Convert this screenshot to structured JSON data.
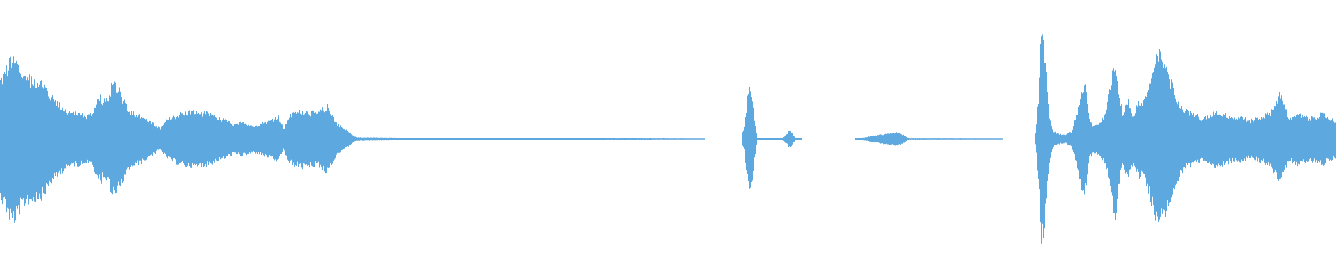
{
  "waveform": {
    "color": "#5ea8e0",
    "segments": [
      {
        "start": 0.0,
        "end": 0.266,
        "env": [
          [
            0.0,
            0.46
          ],
          [
            0.003,
            0.5
          ],
          [
            0.006,
            0.58
          ],
          [
            0.009,
            0.64
          ],
          [
            0.012,
            0.6
          ],
          [
            0.015,
            0.54
          ],
          [
            0.02,
            0.48
          ],
          [
            0.026,
            0.46
          ],
          [
            0.032,
            0.44
          ],
          [
            0.036,
            0.36
          ],
          [
            0.04,
            0.32
          ],
          [
            0.045,
            0.26
          ],
          [
            0.05,
            0.22
          ],
          [
            0.055,
            0.2
          ],
          [
            0.06,
            0.2
          ],
          [
            0.064,
            0.17
          ],
          [
            0.068,
            0.2
          ],
          [
            0.072,
            0.28
          ],
          [
            0.075,
            0.34
          ],
          [
            0.077,
            0.28
          ],
          [
            0.08,
            0.32
          ],
          [
            0.083,
            0.4
          ],
          [
            0.086,
            0.44
          ],
          [
            0.089,
            0.38
          ],
          [
            0.093,
            0.3
          ],
          [
            0.097,
            0.22
          ],
          [
            0.101,
            0.2
          ],
          [
            0.106,
            0.18
          ],
          [
            0.111,
            0.14
          ],
          [
            0.116,
            0.11
          ],
          [
            0.12,
            0.08
          ],
          [
            0.124,
            0.14
          ],
          [
            0.127,
            0.16
          ],
          [
            0.131,
            0.18
          ],
          [
            0.135,
            0.2
          ],
          [
            0.14,
            0.21
          ],
          [
            0.145,
            0.22
          ],
          [
            0.15,
            0.21
          ],
          [
            0.155,
            0.2
          ],
          [
            0.16,
            0.18
          ],
          [
            0.165,
            0.16
          ],
          [
            0.17,
            0.14
          ],
          [
            0.175,
            0.11
          ],
          [
            0.18,
            0.13
          ],
          [
            0.185,
            0.12
          ],
          [
            0.19,
            0.1
          ],
          [
            0.195,
            0.12
          ],
          [
            0.2,
            0.14
          ],
          [
            0.205,
            0.16
          ],
          [
            0.208,
            0.18
          ],
          [
            0.212,
            0.08
          ],
          [
            0.216,
            0.18
          ],
          [
            0.22,
            0.2
          ],
          [
            0.226,
            0.22
          ],
          [
            0.232,
            0.21
          ],
          [
            0.238,
            0.2
          ],
          [
            0.242,
            0.24
          ],
          [
            0.245,
            0.26
          ],
          [
            0.248,
            0.2
          ],
          [
            0.252,
            0.12
          ],
          [
            0.256,
            0.09
          ],
          [
            0.26,
            0.06
          ],
          [
            0.264,
            0.03
          ],
          [
            0.266,
            0.015
          ]
        ]
      },
      {
        "start": 0.266,
        "end": 0.527,
        "env": [
          [
            0.266,
            0.015
          ],
          [
            0.3,
            0.01
          ],
          [
            0.38,
            0.008
          ],
          [
            0.45,
            0.006
          ],
          [
            0.527,
            0.004
          ]
        ]
      },
      {
        "start": 0.555,
        "end": 0.566,
        "env": [
          [
            0.555,
            0.02
          ],
          [
            0.557,
            0.1
          ],
          [
            0.559,
            0.3
          ],
          [
            0.561,
            0.38
          ],
          [
            0.563,
            0.3
          ],
          [
            0.564,
            0.2
          ],
          [
            0.566,
            0.05
          ]
        ]
      },
      {
        "start": 0.566,
        "end": 0.6,
        "env": [
          [
            0.566,
            0.01
          ],
          [
            0.585,
            0.008
          ],
          [
            0.589,
            0.04
          ],
          [
            0.591,
            0.07
          ],
          [
            0.593,
            0.04
          ],
          [
            0.595,
            0.01
          ],
          [
            0.6,
            0.005
          ]
        ]
      },
      {
        "start": 0.64,
        "end": 0.68,
        "env": [
          [
            0.64,
            0.005
          ],
          [
            0.648,
            0.015
          ],
          [
            0.656,
            0.03
          ],
          [
            0.664,
            0.04
          ],
          [
            0.67,
            0.05
          ],
          [
            0.674,
            0.045
          ],
          [
            0.678,
            0.02
          ],
          [
            0.68,
            0.005
          ]
        ]
      },
      {
        "start": 0.68,
        "end": 0.75,
        "env": [
          [
            0.68,
            0.005
          ],
          [
            0.75,
            0.004
          ]
        ]
      },
      {
        "start": 0.775,
        "end": 1.0,
        "env": [
          [
            0.775,
            0.04
          ],
          [
            0.777,
            0.3
          ],
          [
            0.779,
            0.8
          ],
          [
            0.781,
            0.74
          ],
          [
            0.783,
            0.5
          ],
          [
            0.785,
            0.2
          ],
          [
            0.788,
            0.06
          ],
          [
            0.792,
            0.04
          ],
          [
            0.797,
            0.03
          ],
          [
            0.802,
            0.06
          ],
          [
            0.806,
            0.2
          ],
          [
            0.81,
            0.4
          ],
          [
            0.812,
            0.44
          ],
          [
            0.815,
            0.16
          ],
          [
            0.818,
            0.1
          ],
          [
            0.822,
            0.12
          ],
          [
            0.826,
            0.18
          ],
          [
            0.829,
            0.28
          ],
          [
            0.831,
            0.42
          ],
          [
            0.833,
            0.58
          ],
          [
            0.835,
            0.62
          ],
          [
            0.837,
            0.36
          ],
          [
            0.84,
            0.2
          ],
          [
            0.844,
            0.3
          ],
          [
            0.848,
            0.18
          ],
          [
            0.852,
            0.3
          ],
          [
            0.856,
            0.28
          ],
          [
            0.86,
            0.44
          ],
          [
            0.864,
            0.58
          ],
          [
            0.868,
            0.66
          ],
          [
            0.872,
            0.6
          ],
          [
            0.876,
            0.46
          ],
          [
            0.88,
            0.34
          ],
          [
            0.884,
            0.26
          ],
          [
            0.888,
            0.22
          ],
          [
            0.892,
            0.2
          ],
          [
            0.896,
            0.18
          ],
          [
            0.9,
            0.16
          ],
          [
            0.905,
            0.18
          ],
          [
            0.91,
            0.22
          ],
          [
            0.915,
            0.2
          ],
          [
            0.92,
            0.18
          ],
          [
            0.925,
            0.16
          ],
          [
            0.93,
            0.18
          ],
          [
            0.935,
            0.14
          ],
          [
            0.94,
            0.16
          ],
          [
            0.945,
            0.18
          ],
          [
            0.95,
            0.2
          ],
          [
            0.955,
            0.28
          ],
          [
            0.958,
            0.36
          ],
          [
            0.961,
            0.26
          ],
          [
            0.965,
            0.16
          ],
          [
            0.97,
            0.2
          ],
          [
            0.975,
            0.18
          ],
          [
            0.98,
            0.16
          ],
          [
            0.985,
            0.18
          ],
          [
            0.99,
            0.2
          ],
          [
            0.995,
            0.16
          ],
          [
            1.0,
            0.14
          ]
        ]
      }
    ]
  }
}
